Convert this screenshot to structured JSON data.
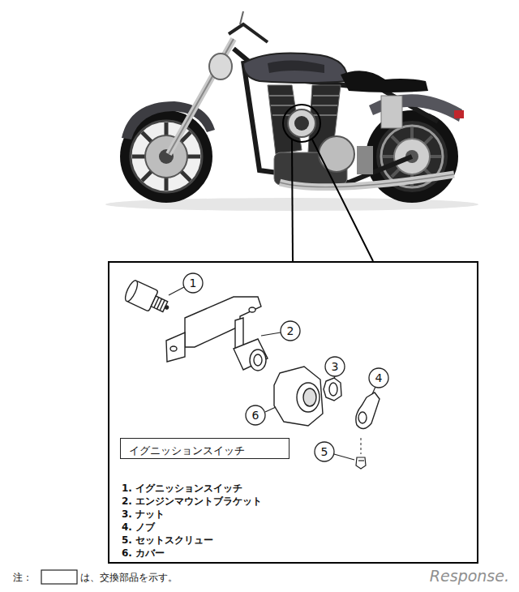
{
  "diagram": {
    "nodes": [
      {
        "text": [
          "1. イグニッションスイッチ",
          "2. エンジンマウントブラケット",
          "3. ナット",
          "4. ノブ",
          "5. セットスクリュー",
          "6. カバー"
        ]
      },
      {
        "text": [
          "イグニッションスイッチ"
        ],
        "in": 0
      }
    ],
    "labels": [
      "1",
      "2",
      "3",
      "4",
      "5",
      "6",
      "注：",
      "は、交換部品を示す。",
      "Response."
    ]
  }
}
